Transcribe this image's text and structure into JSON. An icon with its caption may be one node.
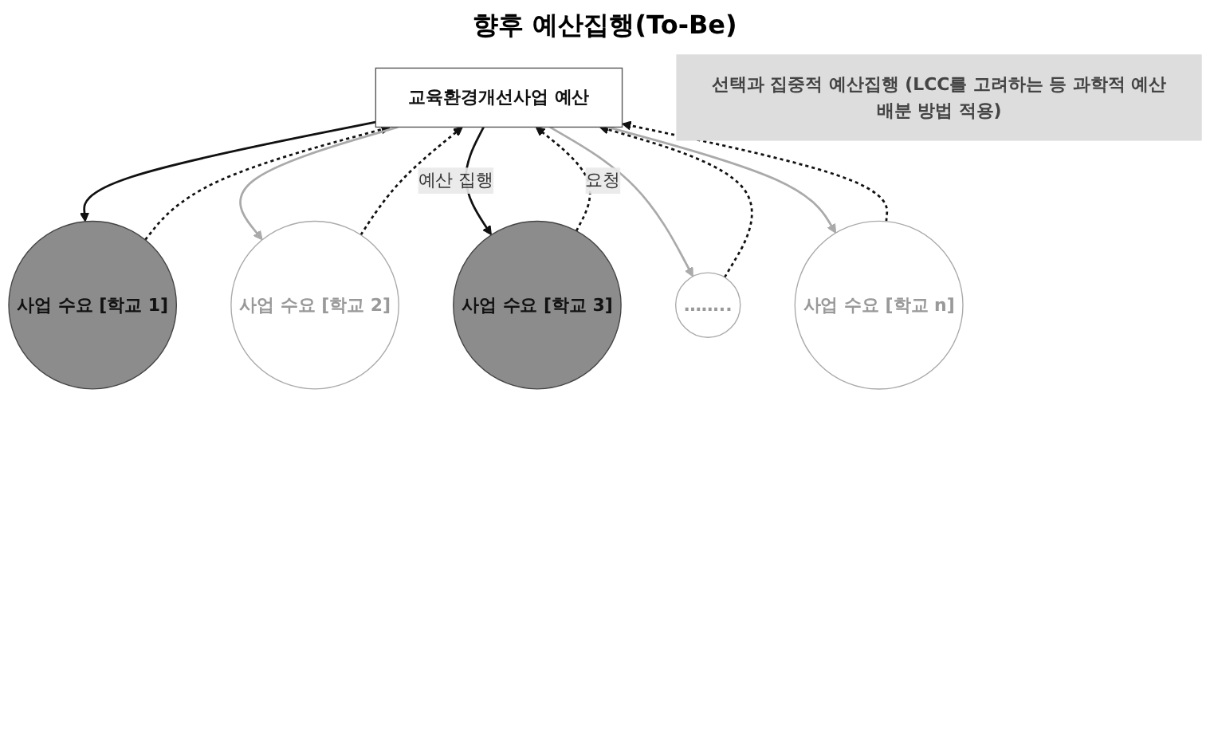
{
  "diagram": {
    "title": "향후 예산집행(To-Be)",
    "nodes": [
      {
        "text": [
          "교육환경개선사업 예산"
        ]
      },
      {
        "text": [
          "선택과 집중적 예산집행 (LCC를 고려하는 등 과학적 예산배분 방법 적용)"
        ]
      },
      {
        "text": [
          "사업 수요 [학교 1]"
        ]
      },
      {
        "text": [
          "사업 수요 [학교 2]"
        ]
      },
      {
        "text": [
          "사업 수요 [학교 3]"
        ]
      },
      {
        "text": [
          "…….."
        ]
      },
      {
        "text": [
          "사업 수요 [학교 n]"
        ]
      }
    ],
    "edges": [
      {
        "from": 0,
        "to": 2,
        "arrow": "to"
      },
      {
        "from": 2,
        "to": 0,
        "arrow": "to",
        "style": "dashed"
      },
      {
        "from": 0,
        "to": 3,
        "arrow": "to",
        "color": "#aaaaaa"
      },
      {
        "from": 3,
        "to": 0,
        "arrow": "to",
        "style": "dashed"
      },
      {
        "from": 0,
        "to": 4,
        "arrow": "to",
        "label": "예산 집행"
      },
      {
        "from": 4,
        "to": 0,
        "arrow": "to",
        "style": "dashed",
        "label": "요청"
      },
      {
        "from": 0,
        "to": 5,
        "arrow": "to",
        "color": "#aaaaaa"
      },
      {
        "from": 5,
        "to": 0,
        "arrow": "to",
        "style": "dashed"
      },
      {
        "from": 0,
        "to": 6,
        "arrow": "to",
        "color": "#aaaaaa"
      },
      {
        "from": 6,
        "to": 0,
        "arrow": "to",
        "style": "dashed"
      }
    ]
  }
}
